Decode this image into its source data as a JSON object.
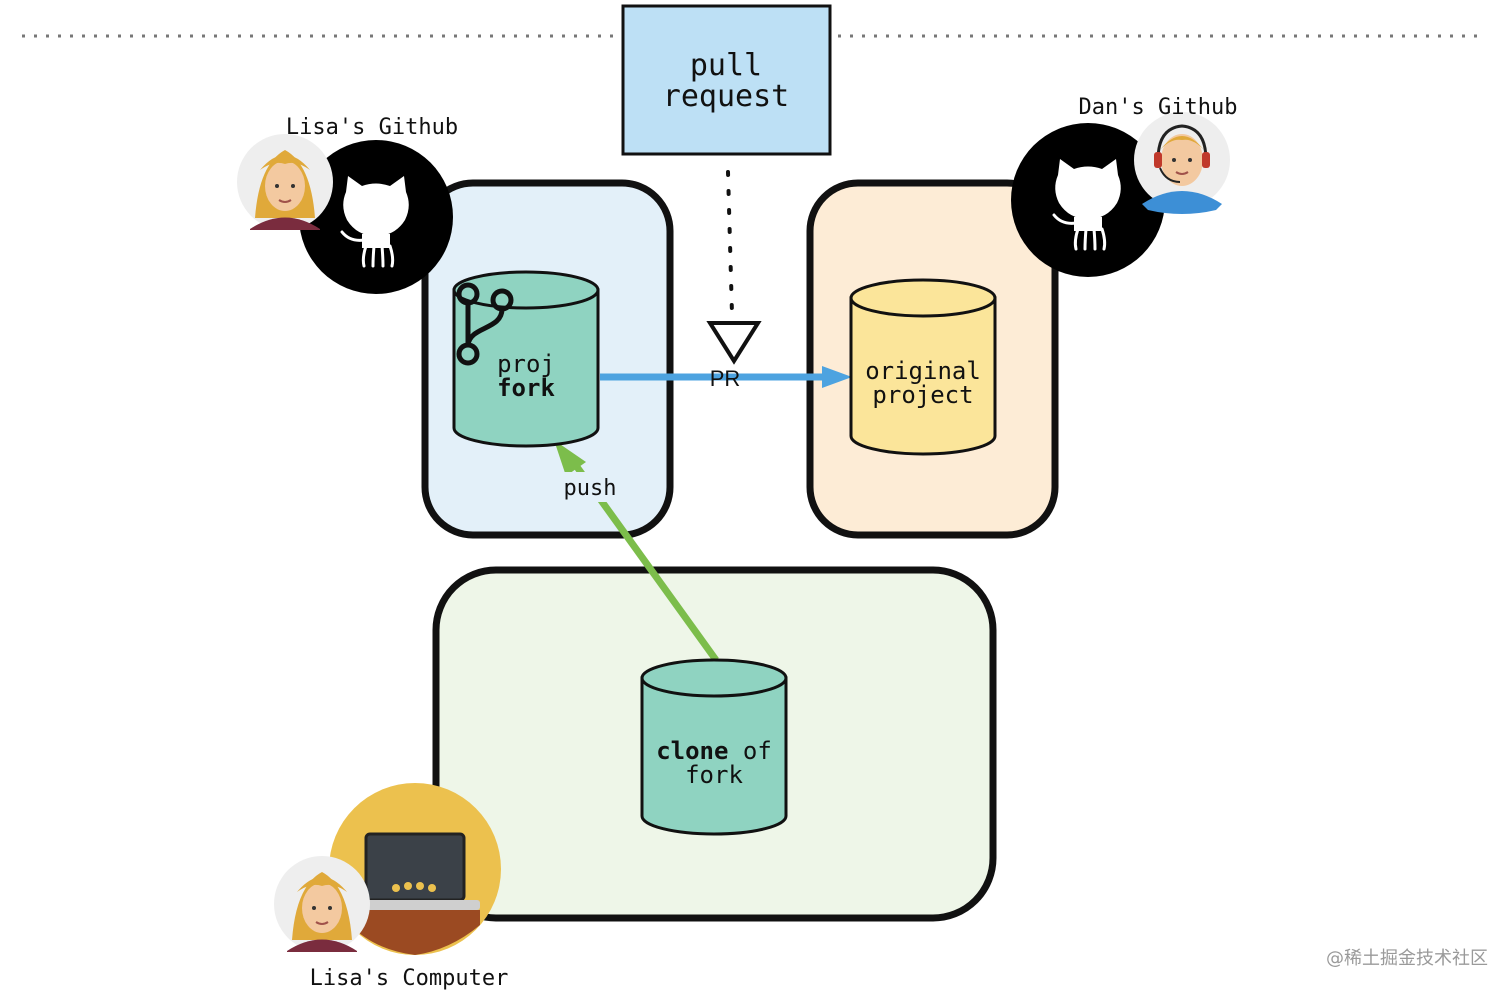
{
  "pull_request_box": {
    "line1": "pull",
    "line2": "request"
  },
  "lisa_github": {
    "label": "Lisa's Github"
  },
  "dan_github": {
    "label": "Dan's Github"
  },
  "lisa_computer": {
    "label": "Lisa's Computer"
  },
  "fork_repo": {
    "line1": "proj",
    "line2": "fork"
  },
  "original_repo": {
    "line1": "original",
    "line2": "project"
  },
  "clone_repo": {
    "line1_bold": "clone",
    "line1_rest": " of",
    "line2": "fork"
  },
  "arrows": {
    "pr_label": "PR",
    "push_label": "push"
  },
  "watermark": "@稀土掘金技术社区",
  "colors": {
    "lisa_panel": "#e3f0f9",
    "dan_panel": "#fdecd6",
    "computer_panel": "#eef6e8",
    "pr_box": "#bde0f5",
    "teal_cylinder": "#8fd3c1",
    "yellow_cylinder": "#fbe59a",
    "pr_arrow": "#4da3e0",
    "push_arrow": "#7cbd4b"
  },
  "icons": [
    "github-octocat-icon",
    "git-branch-icon",
    "lisa-avatar",
    "dan-avatar",
    "laptop-icon"
  ]
}
